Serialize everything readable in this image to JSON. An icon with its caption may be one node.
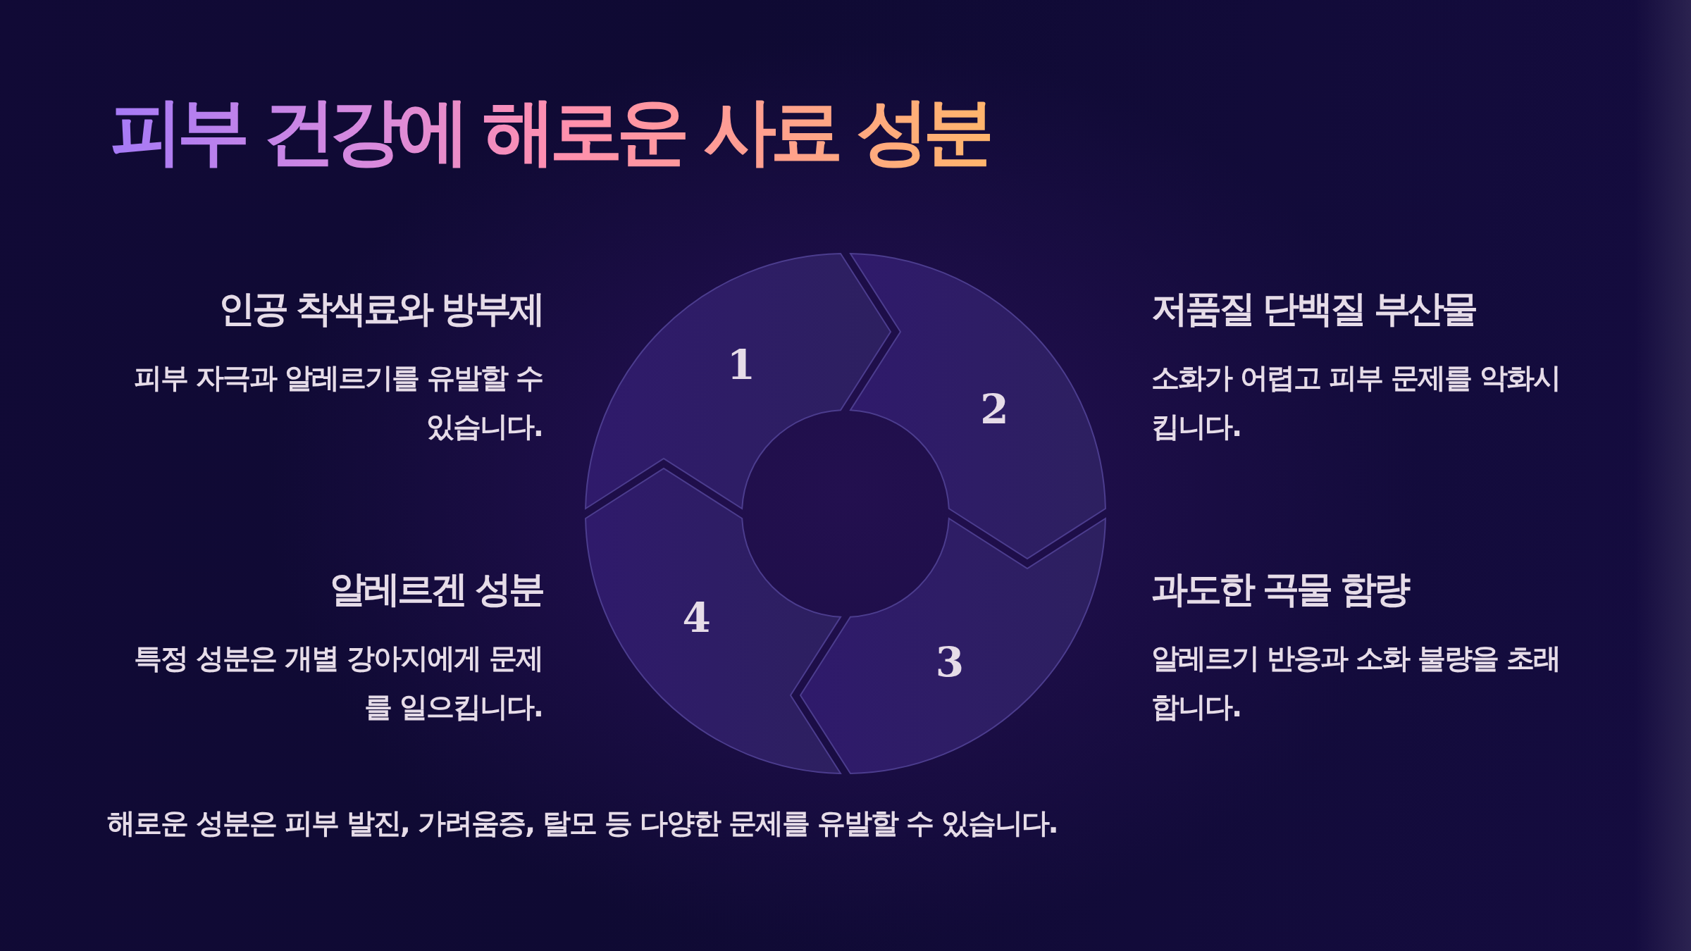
{
  "diagram": {
    "title": "피부 건강에 해로운 사료 성분",
    "caption": "해로운 성분은 피부 발진, 가려움증, 탈모 등 다양한 문제를 유발할 수 있습니다.",
    "nodes": [
      {
        "text": [
          "1"
        ],
        "beside": [
          "인공 착색료와 방부제",
          "피부 자극과 알레르기를 유발할 수 있습니다."
        ]
      },
      {
        "text": [
          "2"
        ],
        "beside": [
          "저품질 단백질 부산물",
          "소화가 어렵고 피부 문제를 악화시킵니다."
        ]
      },
      {
        "text": [
          "3"
        ],
        "beside": [
          "과도한 곡물 함량",
          "알레르기 반응과 소화 불량을 초래합니다."
        ]
      },
      {
        "text": [
          "4"
        ],
        "beside": [
          "알레르겐 성분",
          "특정 성분은 개별 강아지에게 문제를 일으킵니다."
        ]
      }
    ]
  }
}
